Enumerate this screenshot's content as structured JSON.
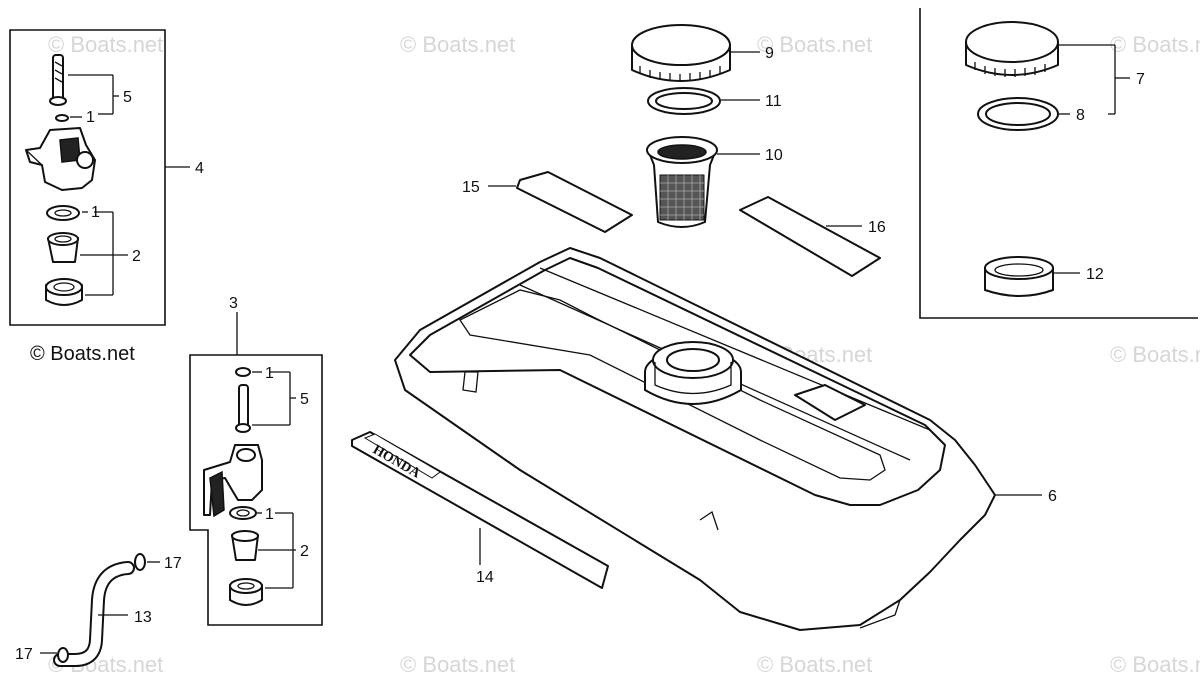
{
  "watermark": "© Boats.net",
  "copyright": "© Boats.net",
  "decal_text": "HONDA",
  "labels": {
    "l1a": "1",
    "l1b": "1",
    "l1c": "1",
    "l1d": "1",
    "l2a": "2",
    "l2b": "2",
    "l3": "3",
    "l4": "4",
    "l5a": "5",
    "l5b": "5",
    "l6": "6",
    "l7": "7",
    "l8": "8",
    "l9": "9",
    "l10": "10",
    "l11": "11",
    "l12": "12",
    "l13": "13",
    "l14": "14",
    "l15": "15",
    "l16": "16",
    "l17a": "17",
    "l17b": "17"
  }
}
